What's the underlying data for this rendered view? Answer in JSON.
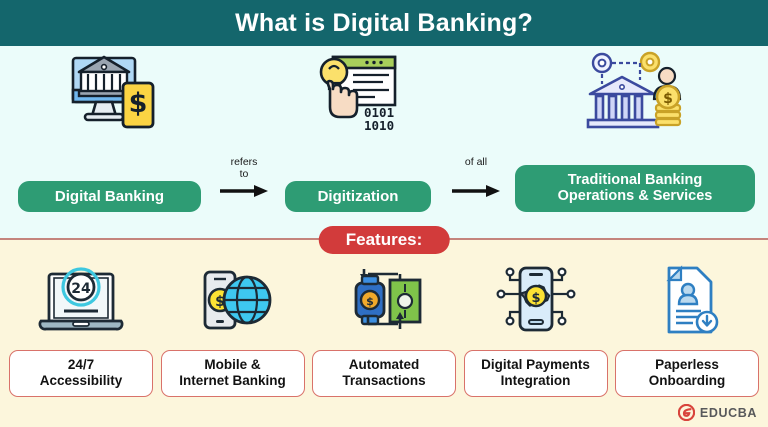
{
  "header": {
    "title": "What is Digital Banking?",
    "bg_color": "#14666C",
    "text_color": "#FFFFFF"
  },
  "definition": {
    "bg_color": "#EBFCFA",
    "pill_color": "#2E9C74",
    "steps": [
      {
        "label": "Digital Banking",
        "icon": "bank-on-monitor-with-phone-icon"
      },
      {
        "label": "Digitization",
        "icon": "digitization-browser-bulb-hand-icon"
      },
      {
        "label": "Traditional Banking\nOperations & Services",
        "line1": "Traditional Banking",
        "line2": "Operations & Services",
        "icon": "bank-gears-person-coins-icon"
      }
    ],
    "connectors": [
      {
        "line1": "refers",
        "line2": "to",
        "icon": "right-arrow-icon"
      },
      {
        "line1": "of all",
        "line2": "",
        "icon": "right-arrow-icon"
      }
    ]
  },
  "features_banner": {
    "label": "Features:",
    "bg_color": "#D23B3B",
    "divider_color": "#C4847C"
  },
  "features": {
    "bg_color": "#FCF6DC",
    "card_bg": "#FFFFFF",
    "card_border": "#D9726A",
    "items": [
      {
        "line1": "24/7",
        "line2": "Accessibility",
        "icon": "laptop-24-hour-clock-icon",
        "badge": "24"
      },
      {
        "line1": "Mobile &",
        "line2": "Internet Banking",
        "icon": "phone-globe-icon"
      },
      {
        "line1": "Automated",
        "line2": "Transactions",
        "icon": "smartwatch-banknote-cycle-icon"
      },
      {
        "line1": "Digital Payments",
        "line2": "Integration",
        "icon": "phone-gear-circuit-icon"
      },
      {
        "line1": "Paperless",
        "line2": "Onboarding",
        "icon": "document-person-download-icon"
      }
    ]
  },
  "logo": {
    "text": "EDUCBA",
    "mark": "educba-e-icon",
    "color": "#D8443C"
  }
}
